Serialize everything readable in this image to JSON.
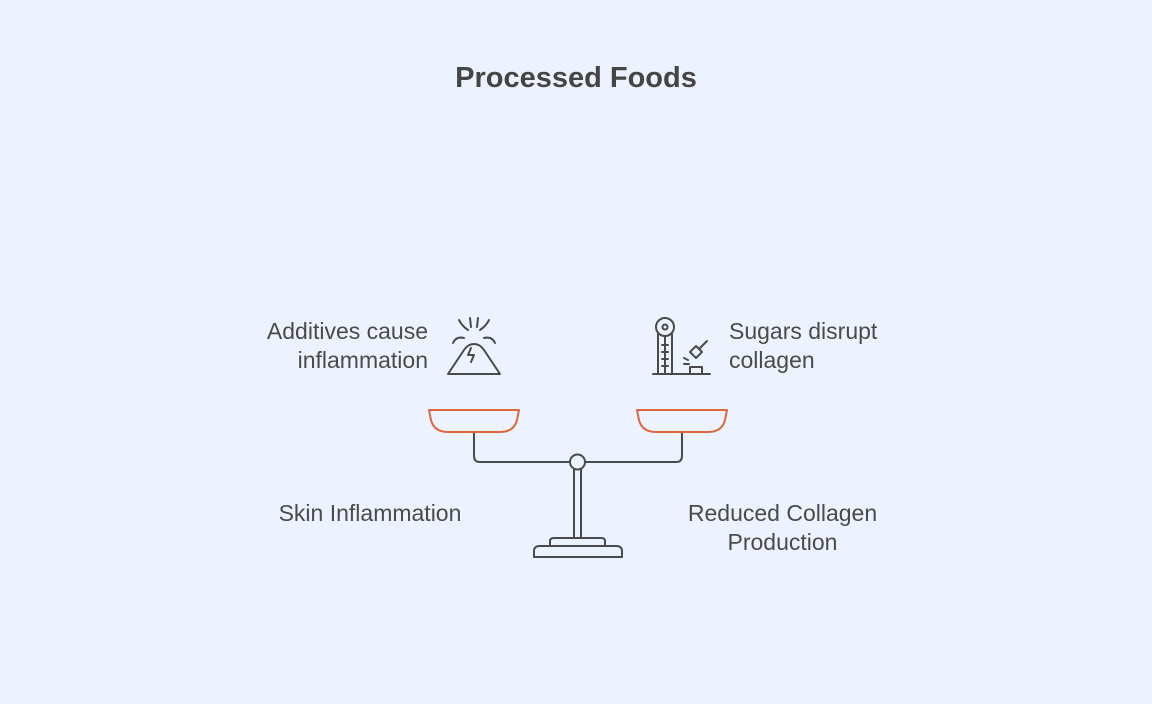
{
  "title": "Processed Foods",
  "left": {
    "cause_lines": [
      "Additives cause",
      "inflammation"
    ],
    "cause_icon": "volcano-icon",
    "effect": "Skin Inflammation"
  },
  "right": {
    "cause_lines": [
      "Sugars disrupt",
      "collagen"
    ],
    "cause_icon": "strength-tester-icon",
    "effect_lines": [
      "Reduced Collagen",
      "Production"
    ]
  },
  "colors": {
    "background": "#edf3fe",
    "line": "#4a4a4a",
    "pan": "#e0673a"
  }
}
